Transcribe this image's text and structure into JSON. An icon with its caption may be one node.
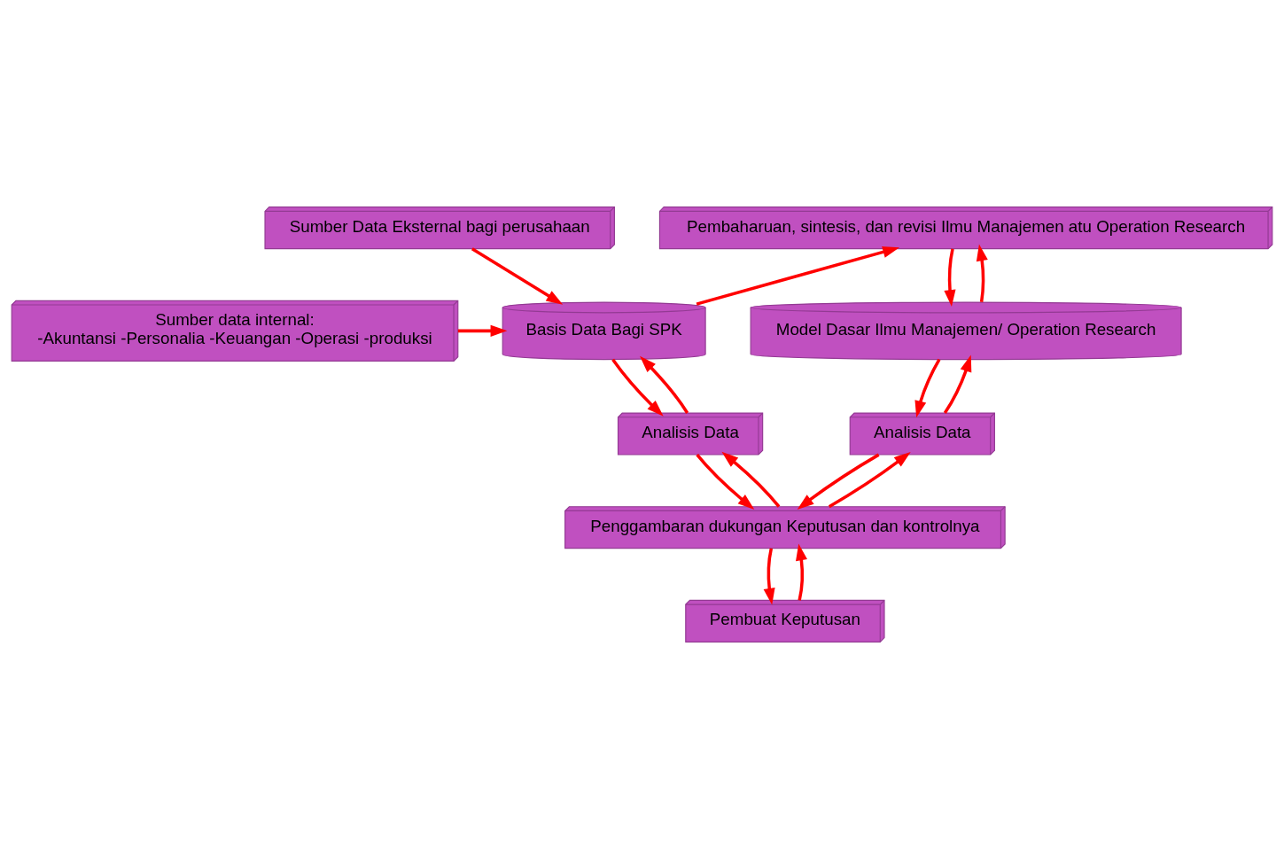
{
  "diagram": {
    "nodes": [
      {
        "text": [
          "Sumber Data Eksternal bagi perusahaan"
        ]
      },
      {
        "text": [
          "Pembaharuan, sintesis, dan revisi Ilmu Manajemen atu Operation Research"
        ]
      },
      {
        "text": [
          "Sumber data internal:",
          "-Akuntansi -Personalia -Keuangan -Operasi -produksi"
        ]
      },
      {
        "text": [
          "Basis Data Bagi SPK"
        ]
      },
      {
        "text": [
          "Model Dasar Ilmu Manajemen/ Operation Research"
        ]
      },
      {
        "text": [
          "Analisis Data"
        ]
      },
      {
        "text": [
          "Analisis Data"
        ]
      },
      {
        "text": [
          "Penggambaran dukungan Keputusan dan kontrolnya"
        ]
      },
      {
        "text": [
          "Pembuat Keputusan"
        ]
      }
    ],
    "edges": [
      {
        "from": 0,
        "to": 3,
        "arrow": "to"
      },
      {
        "from": 3,
        "to": 1,
        "arrow": "to"
      },
      {
        "from": 2,
        "to": 3,
        "arrow": "to"
      },
      {
        "from": 4,
        "to": 1,
        "arrow": "to"
      },
      {
        "from": 1,
        "to": 4,
        "arrow": "to"
      },
      {
        "from": 5,
        "to": 3,
        "arrow": "to"
      },
      {
        "from": 3,
        "to": 5,
        "arrow": "to"
      },
      {
        "from": 6,
        "to": 4,
        "arrow": "to"
      },
      {
        "from": 4,
        "to": 6,
        "arrow": "to"
      },
      {
        "from": 7,
        "to": 5,
        "arrow": "to"
      },
      {
        "from": 5,
        "to": 7,
        "arrow": "to"
      },
      {
        "from": 7,
        "to": 6,
        "arrow": "to"
      },
      {
        "from": 6,
        "to": 7,
        "arrow": "to"
      },
      {
        "from": 7,
        "to": 8,
        "arrow": "to"
      },
      {
        "from": 8,
        "to": 7,
        "arrow": "to"
      }
    ]
  }
}
